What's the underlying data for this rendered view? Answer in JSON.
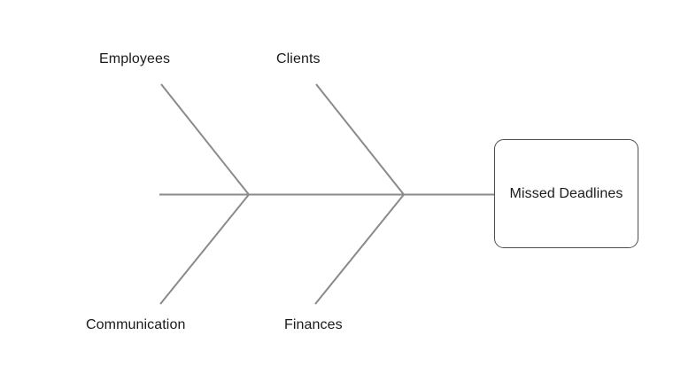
{
  "diagram": {
    "type": "fishbone",
    "title": "Missed Deadlines",
    "colors": {
      "bone_stroke": "#8a8a8a",
      "box_border": "#4d4d4d",
      "text": "#1a1a1a",
      "background": "#ffffff"
    },
    "effect": {
      "label": "Missed Deadlines"
    },
    "categories": [
      {
        "id": "employees",
        "label": "Employees",
        "position": "top-left"
      },
      {
        "id": "clients",
        "label": "Clients",
        "position": "top-right"
      },
      {
        "id": "communication",
        "label": "Communication",
        "position": "bottom-left"
      },
      {
        "id": "finances",
        "label": "Finances",
        "position": "bottom-right"
      }
    ]
  }
}
